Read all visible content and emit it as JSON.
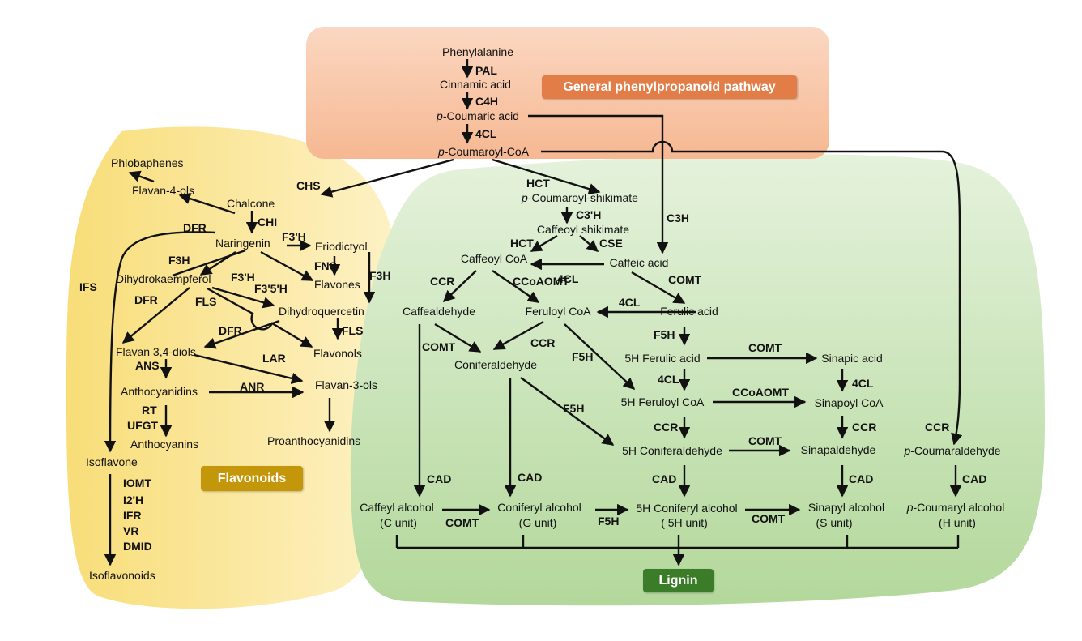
{
  "regions": {
    "general": {
      "label": "General phenylpropanoid pathway",
      "color": "#f9c9aa",
      "badge_color": "#e07a45"
    },
    "flavonoids": {
      "label": "Flavonoids",
      "color": "#fbe69a",
      "badge_color": "#c49406"
    },
    "lignin": {
      "label": "Lignin",
      "color": "#c5e3b3",
      "badge_color": "#3a7a28"
    }
  },
  "compounds": {
    "phenylalanine": "Phenylalanine",
    "cinnamic": "Cinnamic acid",
    "p_coumaric_prefix": "p",
    "p_coumaric_rest": "-Coumaric acid",
    "p_coumaroylcoa_prefix": "p",
    "p_coumaroylcoa_rest": "-Coumaroyl-CoA",
    "phlobaphenes": "Phlobaphenes",
    "flavan4ols": "Flavan-4-ols",
    "chalcone": "Chalcone",
    "naringenin": "Naringenin",
    "eriodictyol": "Eriodictyol",
    "dihydrokaempferol": "Dihydrokaempferol",
    "flavones": "Flavones",
    "dihydroquercetin": "Dihydroquercetin",
    "flavonols": "Flavonols",
    "flavan34diols": "Flavan 3,4-diols",
    "anthocyanidins": "Anthocyanidins",
    "flavan3ols": "Flavan-3-ols",
    "anthocyanins": "Anthocyanins",
    "proanthocyanidins": "Proanthocyanidins",
    "isoflavone": "Isoflavone",
    "isoflavonoids": "Isoflavonoids",
    "p_coumaroylshikimate_prefix": "p",
    "p_coumaroylshikimate_rest": "-Coumaroyl-shikimate",
    "caffeoylshikimate": "Caffeoyl shikimate",
    "caffeoylcoa": "Caffeoyl CoA",
    "caffeicacid": "Caffeic acid",
    "caffealdehyde": "Caffealdehyde",
    "feruloylcoa": "Feruloyl CoA",
    "ferulicacid": "Ferulic acid",
    "coniferaldehyde": "Coniferaldehyde",
    "h5ferulic": "5H Ferulic acid",
    "sinapicacid": "Sinapic acid",
    "h5feruloylcoa": "5H Feruloyl CoA",
    "sinapoylcoa": "Sinapoyl CoA",
    "h5coniferaldehyde": "5H Coniferaldehyde",
    "sinapaldehyde": "Sinapaldehyde",
    "p_coumaraldehyde_prefix": "p",
    "p_coumaraldehyde_rest": "-Coumaraldehyde",
    "caffeylalcohol": "Caffeyl alcohol",
    "caffeylunit": "(C unit)",
    "coniferylalcohol": "Coniferyl alcohol",
    "coniferylunit": "(G unit)",
    "h5coniferylalcohol": "5H Coniferyl alcohol",
    "h5coniferylunit": "( 5H unit)",
    "sinapylalcohol": "Sinapyl alcohol",
    "sinapylunit": "(S unit)",
    "p_coumarylalcohol_prefix": "p",
    "p_coumarylalcohol_rest": "-Coumaryl alcohol",
    "coumarylunit": "(H unit)"
  },
  "enzymes": {
    "pal": "PAL",
    "c4h": "C4H",
    "cl4_a": "4CL",
    "chs": "CHS",
    "chi": "CHI",
    "dfr_a": "DFR",
    "f3h_a": "F3H",
    "f3ph_a": "F3'H",
    "f3ph_b": "F3'H",
    "f3p5ph": "F3'5'H",
    "fns": "FNS",
    "f3h_b": "F3H",
    "ifs": "IFS",
    "dfr_b": "DFR",
    "fls_a": "FLS",
    "dfr_c": "DFR",
    "fls_b": "FLS",
    "ans": "ANS",
    "lar": "LAR",
    "anr": "ANR",
    "rt": "RT",
    "ufgt": "UFGT",
    "iomt": "IOMT",
    "i2h": "I2'H",
    "ifr": "IFR",
    "vr": "VR",
    "dmid": "DMID",
    "hct_a": "HCT",
    "c3ph": "C3'H",
    "hct_b": "HCT",
    "cse": "CSE",
    "cl4_b": "4CL",
    "c3h": "C3H",
    "ccr_a": "CCR",
    "ccoaomt_a": "CCoAOMT",
    "comt_a": "COMT",
    "cl4_c": "4CL",
    "comt_b": "COMT",
    "ccr_b": "CCR",
    "f5h_a": "F5H",
    "f5h_b": "F5H",
    "comt_c": "COMT",
    "cl4_d": "4CL",
    "cl4_e": "4CL",
    "ccoaomt_b": "CCoAOMT",
    "f5h_c": "F5H",
    "ccr_c": "CCR",
    "comt_d": "COMT",
    "ccr_d": "CCR",
    "ccr_e": "CCR",
    "cad_a": "CAD",
    "cad_b": "CAD",
    "cad_c": "CAD",
    "cad_d": "CAD",
    "cad_e": "CAD",
    "comt_e": "COMT",
    "f5h_d": "F5H",
    "comt_f": "COMT"
  }
}
